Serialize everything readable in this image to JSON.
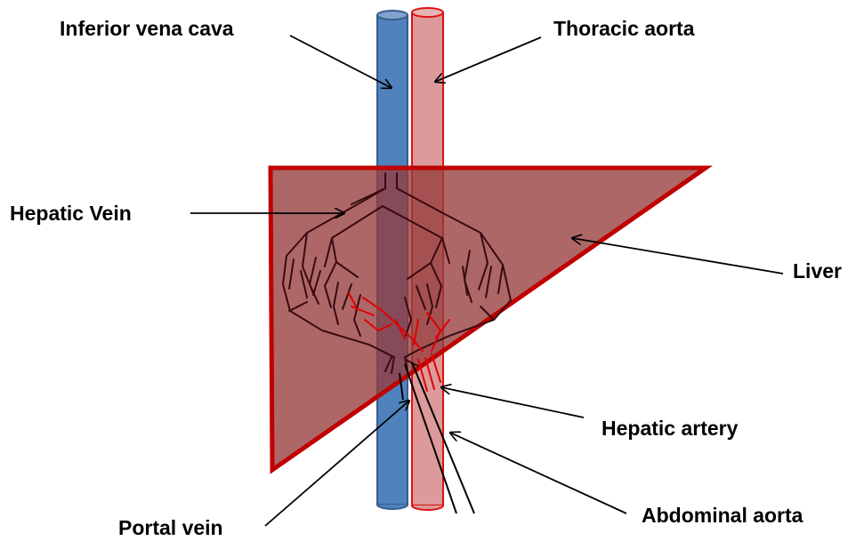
{
  "labels": {
    "inferior_vena_cava": "Inferior vena cava",
    "thoracic_aorta": "Thoracic aorta",
    "hepatic_vein": "Hepatic Vein",
    "liver": "Liver",
    "hepatic_artery": "Hepatic artery",
    "abdominal_aorta": "Abdominal aorta",
    "portal_vein": "Portal vein"
  },
  "colors": {
    "vena_cava_fill": "#4f81bd",
    "vena_cava_stroke": "#385d8a",
    "aorta_fill": "#dc9a9a",
    "aorta_stroke": "#e01010",
    "liver_fill": "#a05050",
    "liver_stroke": "#c00000",
    "hepatic_vein_branches": "#3a0a10",
    "hepatic_artery_branches": "#e00000",
    "arrow": "#000000"
  }
}
